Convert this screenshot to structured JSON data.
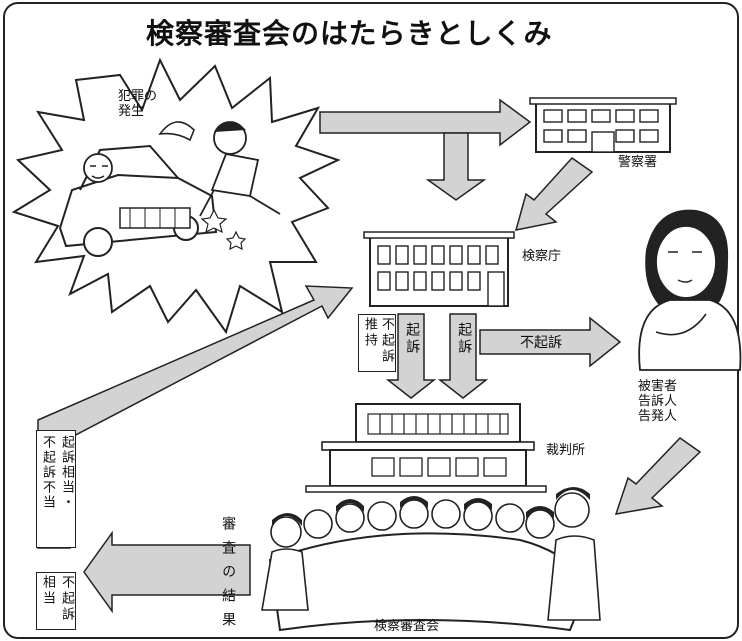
{
  "title": "検察審査会のはたらきとしくみ",
  "crime": {
    "label_line1": "犯罪の",
    "label_line2": "発生"
  },
  "police": {
    "label": "警察署"
  },
  "prosecutor": {
    "label": "検察庁"
  },
  "court": {
    "label": "裁判所"
  },
  "review_board": {
    "label": "検察審査会"
  },
  "victim": {
    "line1": "被害者",
    "line2": "告訴人",
    "line3": "告発人"
  },
  "decisions": {
    "suisen_fukiso": {
      "col1": "推持",
      "col2": "不起訴"
    },
    "kiso_a": "起訴",
    "kiso_b": "起訴",
    "fukiso": "不起訴"
  },
  "result": {
    "label": "審査の結果"
  },
  "left_box": {
    "col1": "不起訴不当",
    "col2": "起訴相当・"
  },
  "bottom_box": {
    "col1": "相当",
    "col2": "不起訴"
  },
  "colors": {
    "arrow_fill": "#d3d3d3",
    "line": "#222222"
  },
  "icons": [
    "explosion-scene-icon",
    "police-building-icon",
    "prosecutor-building-icon",
    "court-building-icon",
    "victim-woman-icon",
    "meeting-people-icon"
  ]
}
